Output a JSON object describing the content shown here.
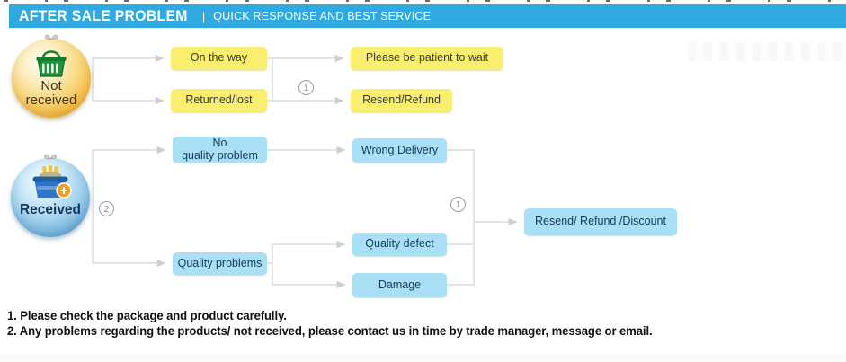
{
  "banner": {
    "title": "AFTER SALE PROBLEM",
    "separator": "|",
    "subtitle": "QUICK RESPONSE AND BEST SERVICE"
  },
  "flow": {
    "not_received": {
      "source": "Not received",
      "badge": "1",
      "cond_on_the_way": "On the way",
      "cond_returned_lost": "Returned/lost",
      "out_patient": "Please be patient to wait",
      "out_resend_refund": "Resend/Refund"
    },
    "received": {
      "source": "Received",
      "badge": "2",
      "merge_badge": "1",
      "cond_no_quality_line1": "No",
      "cond_no_quality_line2": "quality problem",
      "cond_quality_problems": "Quality problems",
      "sub_wrong_delivery": "Wrong Delivery",
      "sub_quality_defect": "Quality defect",
      "sub_damage": "Damage",
      "outcome": "Resend/ Refund /Discount"
    }
  },
  "icons": {
    "not_received": "green-shopping-basket-icon",
    "received": "blue-shopping-basket-plus-icon"
  },
  "notes": [
    "1. Please check the package and product carefully.",
    "2. Any problems regarding the products/ not received, please contact us in time by trade manager, message or email."
  ],
  "colors": {
    "banner_bg": "#2FA9DF",
    "yellow_box": "#F9EE6D",
    "blue_box": "#A9E0F6",
    "connector": "#DBDBDB",
    "blue_text": "#17375E",
    "note_text": "#101010"
  }
}
